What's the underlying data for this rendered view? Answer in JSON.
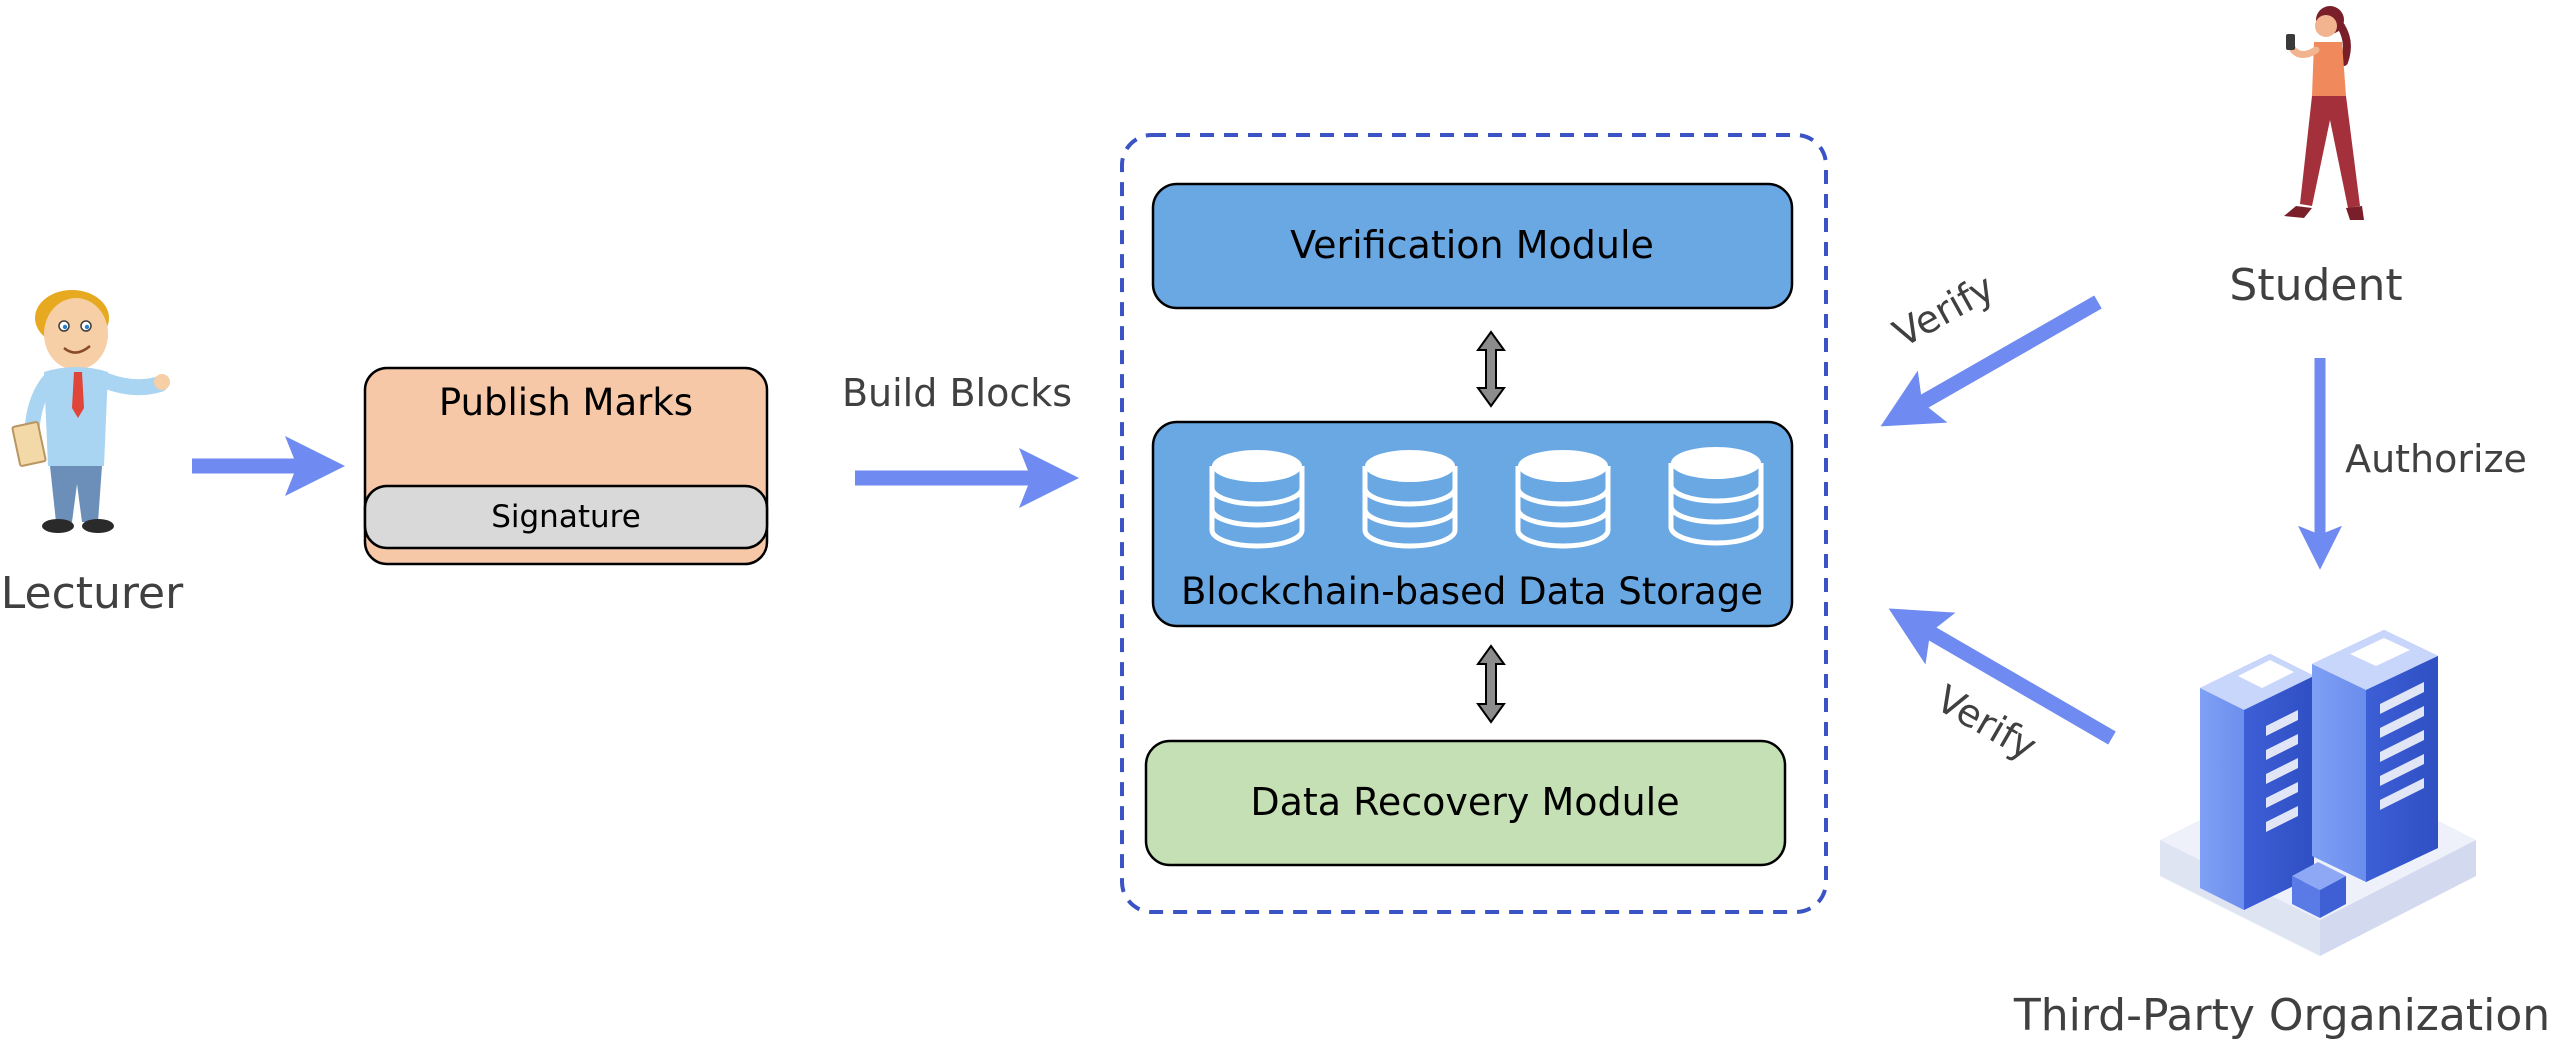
{
  "actors": {
    "lecturer": "Lecturer",
    "student": "Student",
    "third_party": "Third-Party Organization"
  },
  "publish": {
    "title": "Publish Marks",
    "signature": "Signature"
  },
  "edges": {
    "build_blocks": "Build Blocks",
    "verify_student": "Verify",
    "verify_org": "Verify",
    "authorize": "Authorize"
  },
  "system": {
    "verification": "Verification Module",
    "storage": "Blockchain-based Data Storage",
    "recovery": "Data Recovery Module"
  },
  "colors": {
    "arrow": "#6f8af0",
    "module_blue": "#6aa8e4",
    "recovery_green": "#c5e0b4",
    "publish_orange": "#f6c8a8",
    "signature_gray": "#d9d9d9",
    "container_dash": "#3a53c5",
    "label_text": "#404040",
    "figure_text": "#000000"
  }
}
